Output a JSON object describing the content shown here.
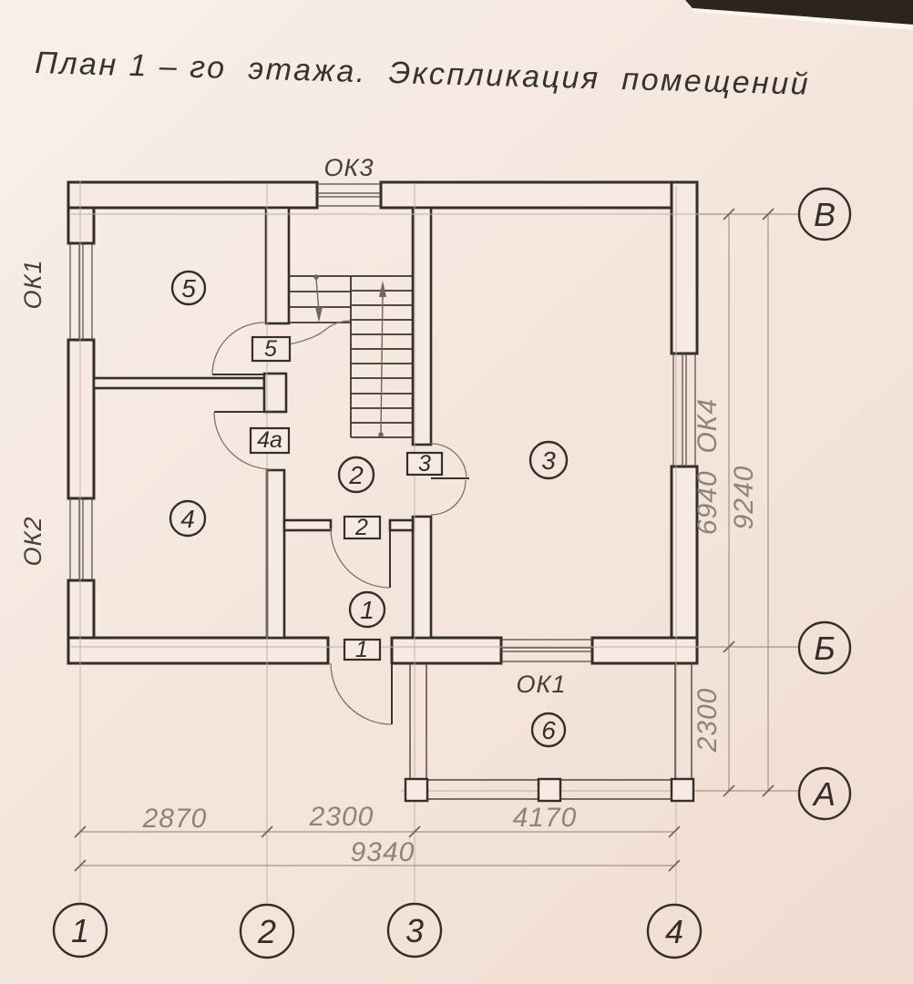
{
  "title": "План 1 – го  этажа.  Экспликация  помещений",
  "colors": {
    "ink": "#332e2a",
    "dim_text": "#8d8478",
    "paper": "#f4e8e0",
    "photo_edge": "#2f241c"
  },
  "windows": {
    "top": "ОК3",
    "left_upper": "ОК1",
    "left_lower": "ОК2",
    "right": "ОК4",
    "bottom": "ОК1"
  },
  "rooms": {
    "r1": "1",
    "r2": "2",
    "r3": "3",
    "r4": "4",
    "r5": "5",
    "r6": "6"
  },
  "doors": {
    "d1": "1",
    "d2": "2",
    "d3": "3",
    "d4a": "4а",
    "d5": "5"
  },
  "axes": {
    "col1": "1",
    "col2": "2",
    "col3": "3",
    "col4": "4",
    "rowA": "А",
    "rowB": "Б",
    "rowV": "В"
  },
  "dims": {
    "bottom_span1": "2870",
    "bottom_span2": "2300",
    "bottom_span3": "4170",
    "bottom_total": "9340",
    "right_span1": "6940  ОК4",
    "right_total": "9240",
    "right_span2": "2300"
  }
}
